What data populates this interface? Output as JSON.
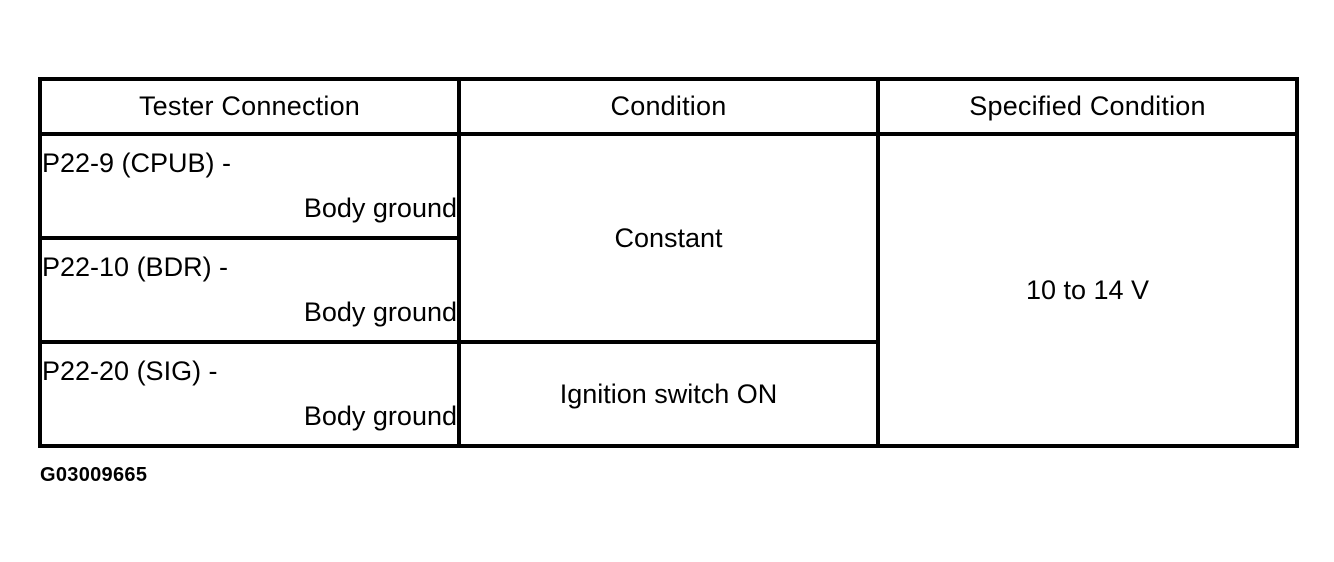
{
  "table": {
    "headers": [
      {
        "label": "Tester Connection"
      },
      {
        "label": "Condition"
      },
      {
        "label": "Specified Condition"
      }
    ],
    "rows": [
      {
        "tester_terminal": "P22-9  (CPUB)  -",
        "tester_reference": "Body ground",
        "condition": "Constant",
        "condition_rowspan": 2,
        "specified_condition": "10 to 14 V",
        "specified_rowspan": 3
      },
      {
        "tester_terminal": "P22-10  (BDR)  -",
        "tester_reference": "Body ground"
      },
      {
        "tester_terminal": "P22-20  (SIG)  -",
        "tester_reference": "Body ground",
        "condition": "Ignition switch ON"
      }
    ]
  },
  "caption": {
    "text": "G03009665"
  },
  "colors": {
    "border": "#000000",
    "text": "#000000",
    "background": "#ffffff"
  }
}
